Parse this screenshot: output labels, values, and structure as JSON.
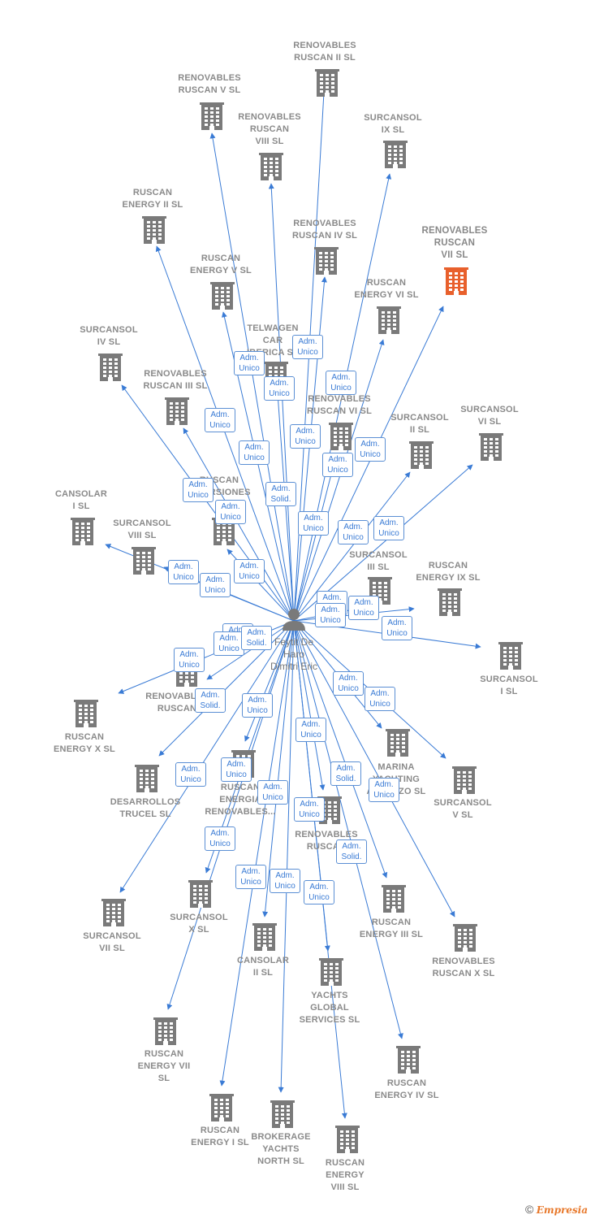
{
  "center": {
    "name": "Feytit De\nHaro\nDimitri Eric",
    "icon": "person-icon"
  },
  "nodes": [
    {
      "id": "rr2",
      "label": "RENOVABLES\nRUSCAN II  SL"
    },
    {
      "id": "rr5",
      "label": "RENOVABLES\nRUSCAN V  SL"
    },
    {
      "id": "rr8",
      "label": "RENOVABLES\nRUSCAN\nVIII  SL"
    },
    {
      "id": "sc9",
      "label": "SURCANSOL\nIX  SL"
    },
    {
      "id": "re2",
      "label": "RUSCAN\nENERGY II  SL"
    },
    {
      "id": "rr4",
      "label": "RENOVABLES\nRUSCAN IV  SL"
    },
    {
      "id": "rr7",
      "label": "RENOVABLES\nRUSCAN\nVII  SL",
      "highlight": true
    },
    {
      "id": "re5",
      "label": "RUSCAN\nENERGY V  SL"
    },
    {
      "id": "re6",
      "label": "RUSCAN\nENERGY VI  SL"
    },
    {
      "id": "sc4",
      "label": "SURCANSOL\nIV  SL"
    },
    {
      "id": "tel",
      "label": "TELWAGEN\nCAR\nIBERICA  SL"
    },
    {
      "id": "rr3",
      "label": "RENOVABLES\nRUSCAN III  SL"
    },
    {
      "id": "rr6",
      "label": "RENOVABLES\nRUSCAN VI  SL"
    },
    {
      "id": "sc2",
      "label": "SURCANSOL\nII  SL"
    },
    {
      "id": "sc6",
      "label": "SURCANSOL\nVI  SL"
    },
    {
      "id": "cs1",
      "label": "CANSOLAR\nI  SL"
    },
    {
      "id": "rin",
      "label": "RUSCAN\nINVERSIONES"
    },
    {
      "id": "sc8",
      "label": "SURCANSOL\nVIII  SL"
    },
    {
      "id": "sc3",
      "label": "SURCANSOL\nIII  SL"
    },
    {
      "id": "re9",
      "label": "RUSCAN\nENERGY IX  SL"
    },
    {
      "id": "sc1",
      "label": "SURCANSOL\nI  SL"
    },
    {
      "id": "rns",
      "label": "RENOVABLES\nRUSCAN"
    },
    {
      "id": "rex",
      "label": "RUSCAN\nENERGY X  SL"
    },
    {
      "id": "mar",
      "label": "MARINA\nYACHTING\nABRUZZO  SL"
    },
    {
      "id": "dtr",
      "label": "DESARROLLOS\nTRUCEL  SL"
    },
    {
      "id": "rer",
      "label": "RUSCAN\nENERGIA\nRENOVABLES..."
    },
    {
      "id": "sc5",
      "label": "SURCANSOL\nV  SL"
    },
    {
      "id": "rrs",
      "label": "RENOVABLES\nRUSCAN"
    },
    {
      "id": "sc10",
      "label": "SURCANSOL\nX  SL"
    },
    {
      "id": "re3",
      "label": "RUSCAN\nENERGY III  SL"
    },
    {
      "id": "sc7",
      "label": "SURCANSOL\nVII  SL"
    },
    {
      "id": "cs2",
      "label": "CANSOLAR\nII  SL"
    },
    {
      "id": "rrx",
      "label": "RENOVABLES\nRUSCAN X  SL"
    },
    {
      "id": "ygs",
      "label": "YACHTS\nGLOBAL\nSERVICES  SL"
    },
    {
      "id": "re7",
      "label": "RUSCAN\nENERGY VII\nSL"
    },
    {
      "id": "re4",
      "label": "RUSCAN\nENERGY IV  SL"
    },
    {
      "id": "re1",
      "label": "RUSCAN\nENERGY I  SL"
    },
    {
      "id": "byn",
      "label": "BROKERAGE\nYACHTS\nNORTH  SL"
    },
    {
      "id": "re8",
      "label": "RUSCAN\nENERGY\nVIII  SL"
    }
  ],
  "badges": [
    "Adm.\nUnico",
    "Adm.\nUnico",
    "Adm.\nUnico",
    "Adm.\nUnico",
    "Adm.\nUnico",
    "Adm.\nUnico",
    "Adm.\nUnico",
    "Adm.\nUnico",
    "Adm.\nUnico",
    "Adm.\nUnico",
    "Adm.\nUnico",
    "Adm.\nSolid.",
    "Adm.\nUnico",
    "Adm.\nUnico",
    "Adm.\nUnico",
    "Adm.\nUnico",
    "Adm.\nUnico",
    "Adm.\nUnico",
    "Adm.\nUnico",
    "Adm.\nUnico",
    "Adm.\nUnico",
    "Adm.\nUnico",
    "Adm.\nUnico",
    "Adm.\nUnico",
    "Adm.\nUnico",
    "Adm.\nSolid.",
    "Adm.\nUnico",
    "Adm.\nUnico",
    "Adm.\nUnico",
    "Adm.\nSolid.",
    "Adm.\nUnico",
    "Adm.\nUnico",
    "Adm.\nUnico",
    "Adm.\nUnico",
    "Adm.\nUnico",
    "Adm.\nUnico",
    "Adm.\nSolid.",
    "Adm.\nUnico",
    "Adm.\nUnico",
    "Adm.\nUnico",
    "Adm.\nSolid.",
    "Adm.\nUnico"
  ],
  "colors": {
    "edge": "#3a7bd5",
    "node": "#7a7a7a",
    "highlight": "#e8602c"
  },
  "footer": {
    "copyright": "©",
    "brand": "Empresia"
  }
}
